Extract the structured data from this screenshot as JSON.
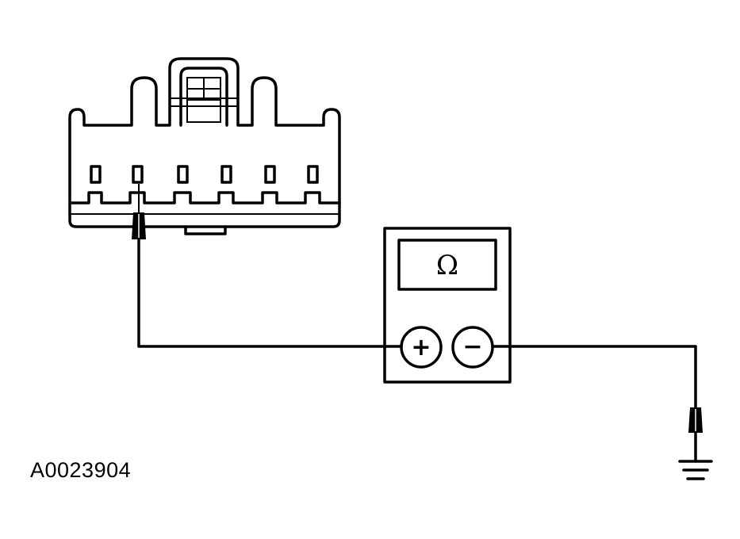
{
  "figure_id": "A0023904",
  "meter": {
    "display_symbol": "Ω",
    "positive_terminal": "+",
    "negative_terminal": "−"
  },
  "icons": [
    "connector",
    "probe",
    "ohmmeter",
    "ground-symbol"
  ]
}
